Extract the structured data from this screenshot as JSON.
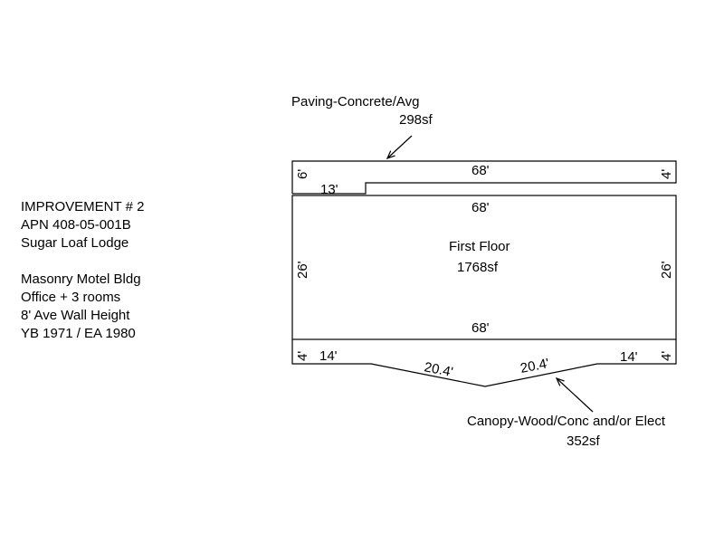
{
  "info": {
    "lines_top": [
      "IMPROVEMENT # 2",
      "APN 408-05-001B",
      "Sugar Loaf Lodge"
    ],
    "lines_bottom": [
      "Masonry Motel Bldg",
      "Office + 3 rooms",
      "8' Ave Wall Height",
      "YB 1971 / EA 1980"
    ]
  },
  "paving": {
    "name": "Paving-Concrete/Avg",
    "area": "298sf",
    "top": "68'",
    "left": "6'",
    "right": "4'",
    "step": "13'"
  },
  "first_floor": {
    "name": "First Floor",
    "area": "1768sf",
    "top": "68'",
    "bottom": "68'",
    "left": "26'",
    "right": "26'"
  },
  "canopy": {
    "name": "Canopy-Wood/Conc and/or Elect",
    "area": "352sf",
    "left": "4'",
    "right": "4'",
    "left_run": "14'",
    "right_run": "14'",
    "diag_left": "20.4'",
    "diag_right": "20.4'"
  },
  "colors": {
    "line": "#000000",
    "background": "#ffffff"
  }
}
